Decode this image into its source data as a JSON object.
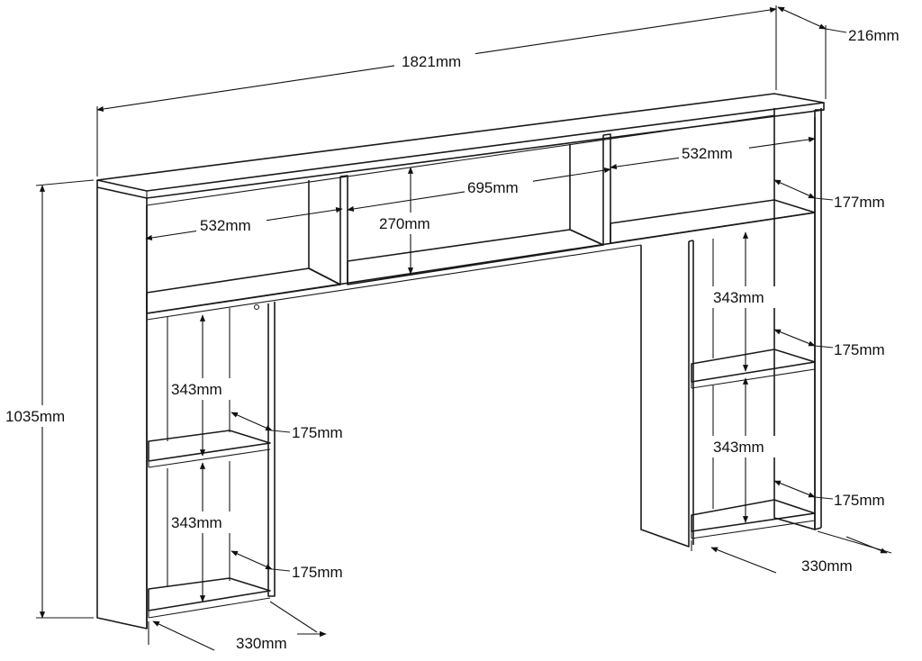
{
  "diagram": {
    "unit": "mm",
    "overall": {
      "width": "1821mm",
      "depth": "216mm",
      "height": "1035mm"
    },
    "top_section": {
      "left_compartment_width": "532mm",
      "center_compartment_width": "695mm",
      "center_compartment_height": "270mm",
      "right_compartment_width": "532mm",
      "right_shelf_depth": "177mm"
    },
    "left_tower": {
      "upper_shelf_height": "343mm",
      "upper_shelf_depth": "175mm",
      "lower_shelf_height": "343mm",
      "lower_shelf_depth": "175mm",
      "tower_depth": "330mm"
    },
    "right_tower": {
      "upper_shelf_height": "343mm",
      "upper_shelf_depth": "175mm",
      "lower_shelf_height": "343mm",
      "lower_shelf_depth": "175mm",
      "tower_depth": "330mm"
    }
  }
}
